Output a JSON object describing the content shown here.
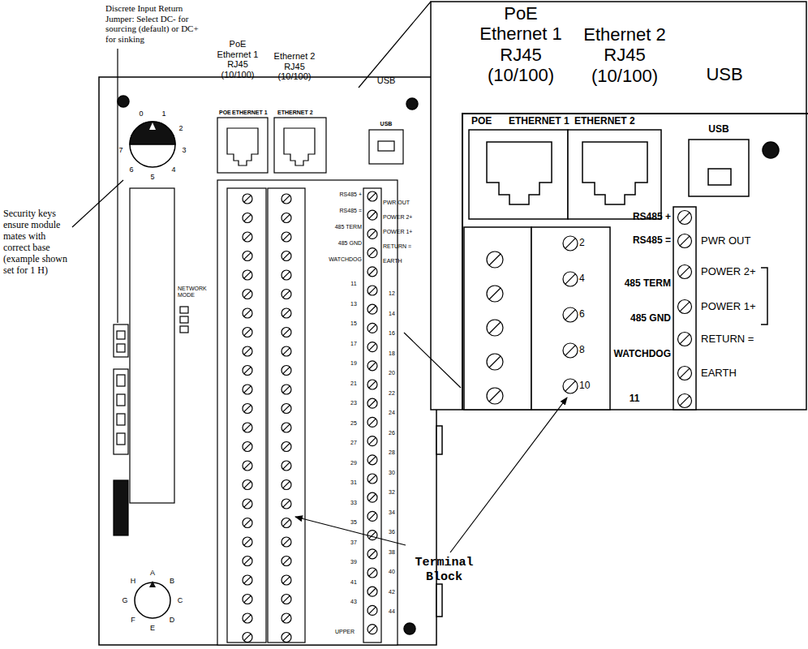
{
  "diagram": {
    "labels": [
      "Discrete Input Return Jumper: Select DC- for sourcing (default) or DC+ for sinking",
      "PoE Ethernet 1 RJ45 (10/100)",
      "Ethernet 2 RJ45 (10/100)",
      "USB",
      "PoE Ethernet 1 RJ45 (10/100)",
      "Ethernet 2 RJ45 (10/100)",
      "USB",
      "Security keys ensure module mates with correct base (example shown set for 1 H)",
      "0",
      "1",
      "2",
      "3",
      "4",
      "5",
      "6",
      "7",
      "POE",
      "ETHERNET 1",
      "ETHERNET 2",
      "USB",
      "RS485 +",
      "RS485 =",
      "485 TERM",
      "485 GND",
      "WATCHDOG",
      "PWR OUT",
      "POWER 2+",
      "POWER 1+",
      "RETURN =",
      "EARTH",
      "NETWORK MODE",
      "11",
      "13",
      "15",
      "17",
      "19",
      "21",
      "23",
      "25",
      "27",
      "29",
      "31",
      "33",
      "35",
      "37",
      "39",
      "41",
      "43",
      "12",
      "14",
      "16",
      "18",
      "20",
      "22",
      "24",
      "26",
      "28",
      "30",
      "32",
      "34",
      "36",
      "38",
      "40",
      "42",
      "44",
      "UPPER",
      "A",
      "B",
      "C",
      "D",
      "E",
      "F",
      "G",
      "H",
      "POE",
      "ETHERNET 1",
      "ETHERNET 2",
      "USB",
      "RS485 +",
      "RS485 =",
      "485 TERM",
      "485 GND",
      "WATCHDOG",
      "11",
      "2",
      "4",
      "6",
      "8",
      "10",
      "PWR OUT",
      "POWER 2+",
      "POWER 1+",
      "RETURN =",
      "EARTH",
      "Terminal Block"
    ]
  }
}
